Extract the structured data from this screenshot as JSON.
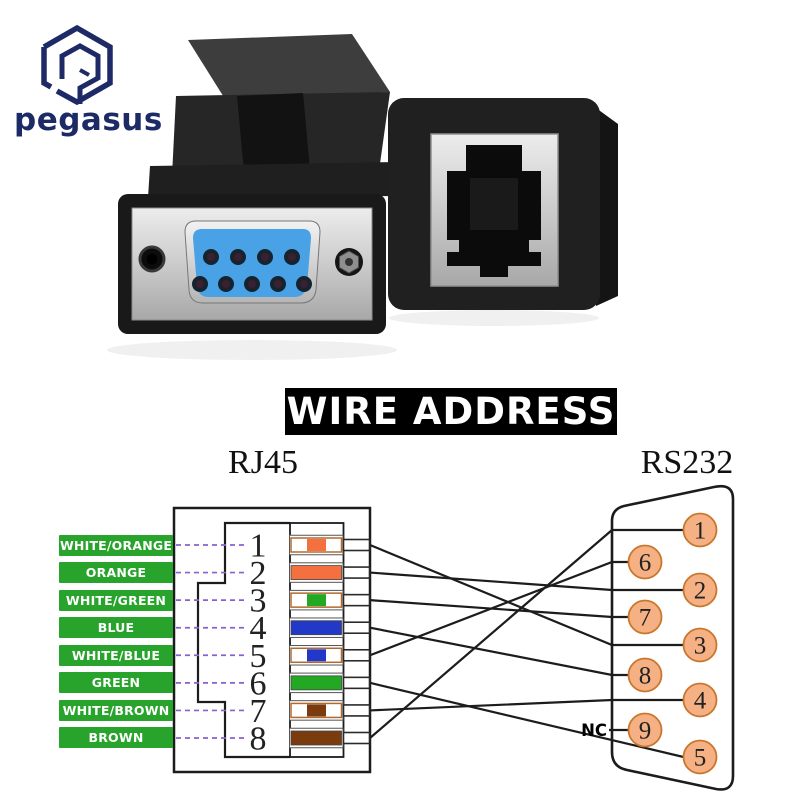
{
  "brand": {
    "name": "pegasus",
    "color": "#1c2a66"
  },
  "banner": {
    "text": "WIRE ADDRESS",
    "bg": "#000000",
    "fg": "#ffffff"
  },
  "diagram": {
    "left_title": "RJ45",
    "right_title": "RS232",
    "nc_label": "NC",
    "label_bg": "#28a42c",
    "label_fg": "#ffffff",
    "dash_color": "#8a5fd0",
    "line_color": "#1c1c1c",
    "number_color": "#222222",
    "db9_circle_fill": "#f5b183",
    "db9_circle_stroke": "#c9772e",
    "stripe_border": "#b06a30",
    "rj45_pins": [
      {
        "pin": "1",
        "label": "WHITE/ORANGE",
        "style": "striped",
        "color": "#f4713f",
        "to_db9": "3"
      },
      {
        "pin": "2",
        "label": "ORANGE",
        "style": "solid",
        "color": "#f4713f",
        "to_db9": "2"
      },
      {
        "pin": "3",
        "label": "WHITE/GREEN",
        "style": "striped",
        "color": "#22a822",
        "to_db9": "7"
      },
      {
        "pin": "4",
        "label": "BLUE",
        "style": "solid",
        "color": "#2238c8",
        "to_db9": "8"
      },
      {
        "pin": "5",
        "label": "WHITE/BLUE",
        "style": "striped",
        "color": "#2238c8",
        "to_db9": "6"
      },
      {
        "pin": "6",
        "label": "GREEN",
        "style": "solid",
        "color": "#22a822",
        "to_db9": "5"
      },
      {
        "pin": "7",
        "label": "WHITE/BROWN",
        "style": "striped",
        "color": "#7a3b0e",
        "to_db9": "4"
      },
      {
        "pin": "8",
        "label": "BROWN",
        "style": "solid",
        "color": "#7a3b0e",
        "to_db9": "1"
      }
    ],
    "db9_pins": [
      {
        "pin": "1"
      },
      {
        "pin": "2"
      },
      {
        "pin": "3"
      },
      {
        "pin": "4"
      },
      {
        "pin": "5"
      },
      {
        "pin": "6"
      },
      {
        "pin": "7"
      },
      {
        "pin": "8"
      },
      {
        "pin": "9",
        "nc": true
      }
    ]
  }
}
